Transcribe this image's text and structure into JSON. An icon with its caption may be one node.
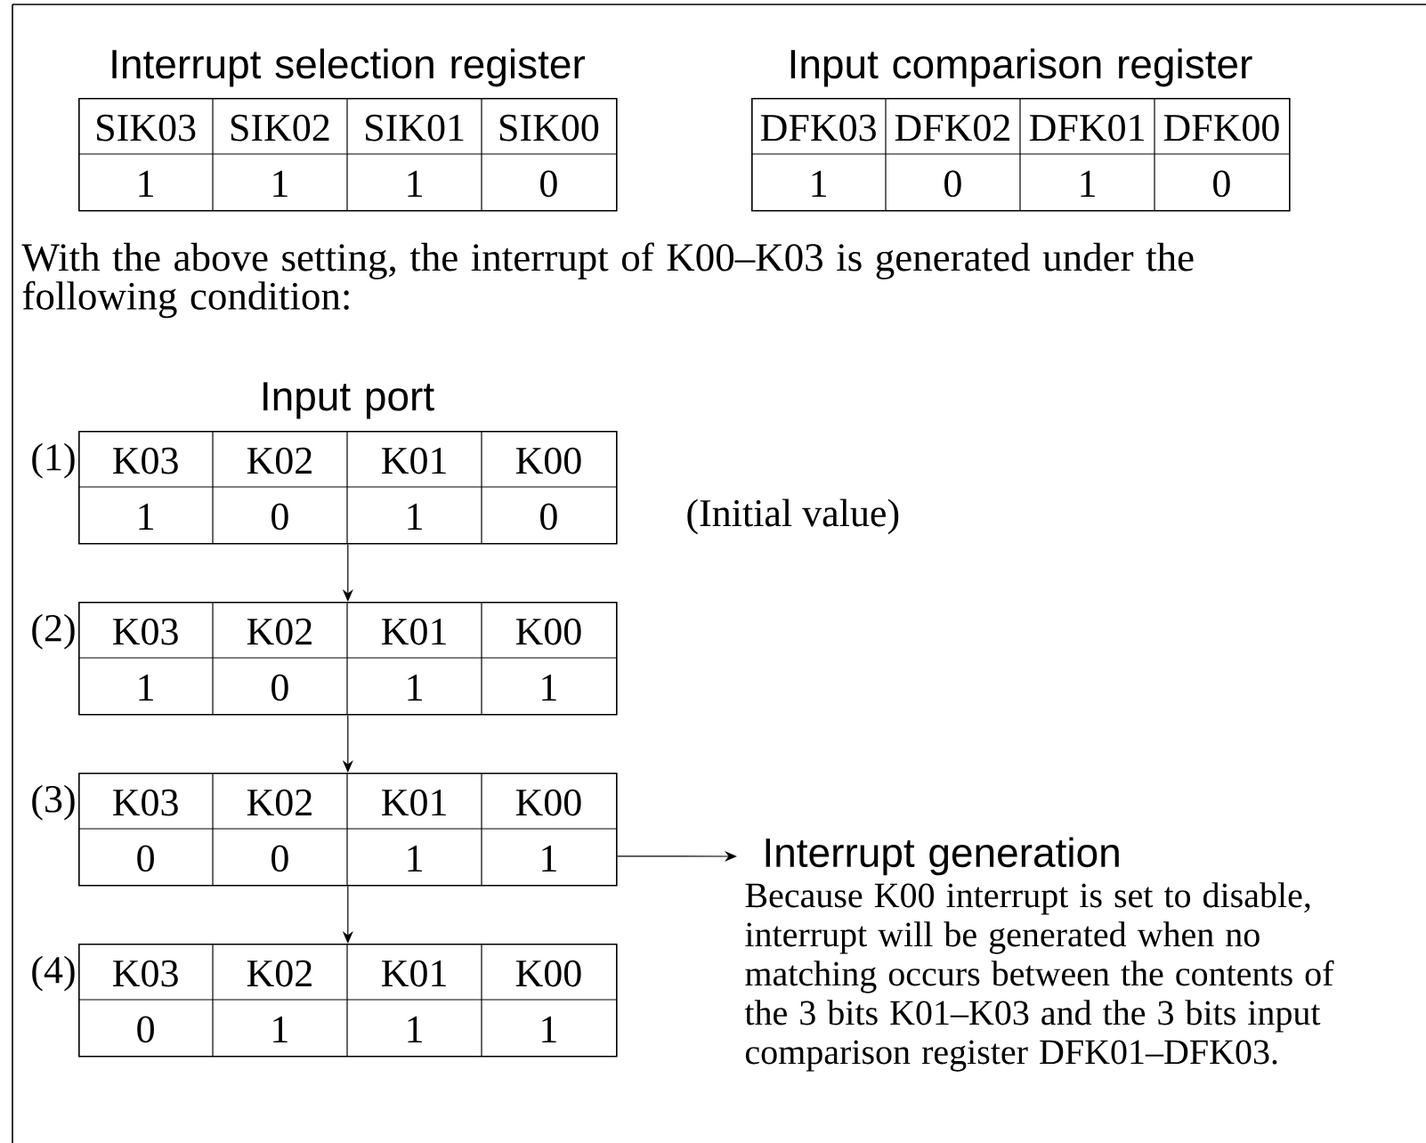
{
  "diagram": {
    "nodes": [
      {
        "text": [
          "Interrupt selection register",
          "SIK03",
          "SIK02",
          "SIK01",
          "SIK00",
          "1",
          "1",
          "1",
          "0"
        ]
      },
      {
        "text": [
          "Input comparison register",
          "DFK03",
          "DFK02",
          "DFK01",
          "DFK00",
          "1",
          "0",
          "1",
          "0"
        ]
      },
      {
        "text": [
          "Input port",
          "K03",
          "K02",
          "K01",
          "K00",
          "1",
          "0",
          "1",
          "0"
        ],
        "beside": [
          "(1)",
          "(Initial value)"
        ]
      },
      {
        "text": [
          "K03",
          "K02",
          "K01",
          "K00",
          "1",
          "0",
          "1",
          "1"
        ],
        "beside": [
          "(2)"
        ]
      },
      {
        "text": [
          "K03",
          "K02",
          "K01",
          "K00",
          "0",
          "0",
          "1",
          "1"
        ],
        "beside": [
          "(3)"
        ]
      },
      {
        "text": [
          "K03",
          "K02",
          "K01",
          "K00",
          "0",
          "1",
          "1",
          "1"
        ],
        "beside": [
          "(4)"
        ]
      },
      {
        "text": [
          "Interrupt generation",
          "Because K00 interrupt is set to disable, interrupt will be generated when no matching occurs between the contents of the 3 bits K01–K03 and the 3 bits input comparison register DFK01–DFK03."
        ]
      }
    ],
    "edges": [
      {
        "from": 2,
        "to": 3,
        "arrow": "to"
      },
      {
        "from": 3,
        "to": 4,
        "arrow": "to"
      },
      {
        "from": 4,
        "to": 5,
        "arrow": "to"
      },
      {
        "from": 4,
        "to": 6,
        "arrow": "to"
      }
    ],
    "labels": [
      "With the above setting, the interrupt of K00–K03 is generated under the following condition:"
    ]
  }
}
